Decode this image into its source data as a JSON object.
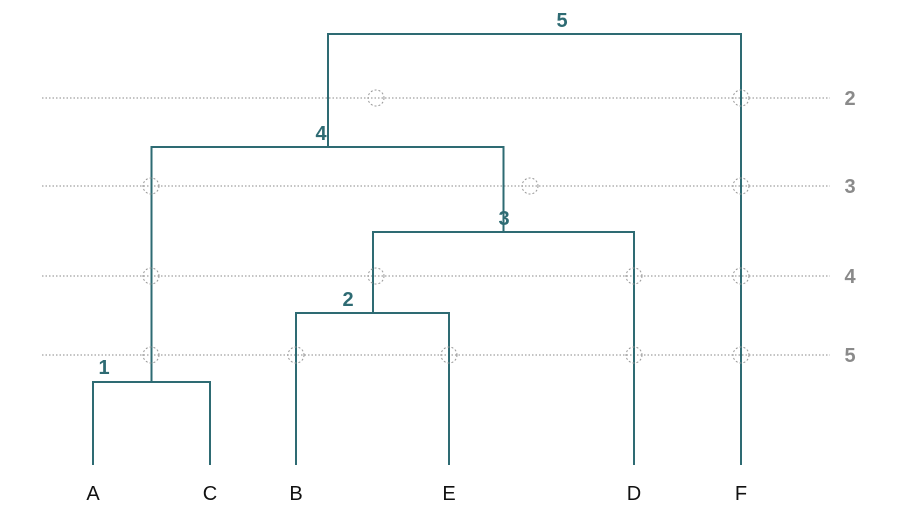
{
  "colors": {
    "branch": "#2e6b73",
    "merge_label": "#2e6b73",
    "cut_line": "#888888",
    "cut_label": "#8a8a8a",
    "marker": "#999999",
    "leaf_label": "#111111"
  },
  "leaves": [
    "A",
    "C",
    "B",
    "E",
    "D",
    "F"
  ],
  "merges": [
    {
      "label": "1",
      "children": [
        "A",
        "C"
      ]
    },
    {
      "label": "2",
      "children": [
        "B",
        "E"
      ]
    },
    {
      "label": "3",
      "children": [
        "merge-2",
        "D"
      ]
    },
    {
      "label": "4",
      "children": [
        "merge-1",
        "merge-3"
      ]
    },
    {
      "label": "5",
      "children": [
        "merge-4",
        "F"
      ]
    }
  ],
  "cut_lines": [
    {
      "label": "2"
    },
    {
      "label": "3"
    },
    {
      "label": "4"
    },
    {
      "label": "5"
    }
  ]
}
